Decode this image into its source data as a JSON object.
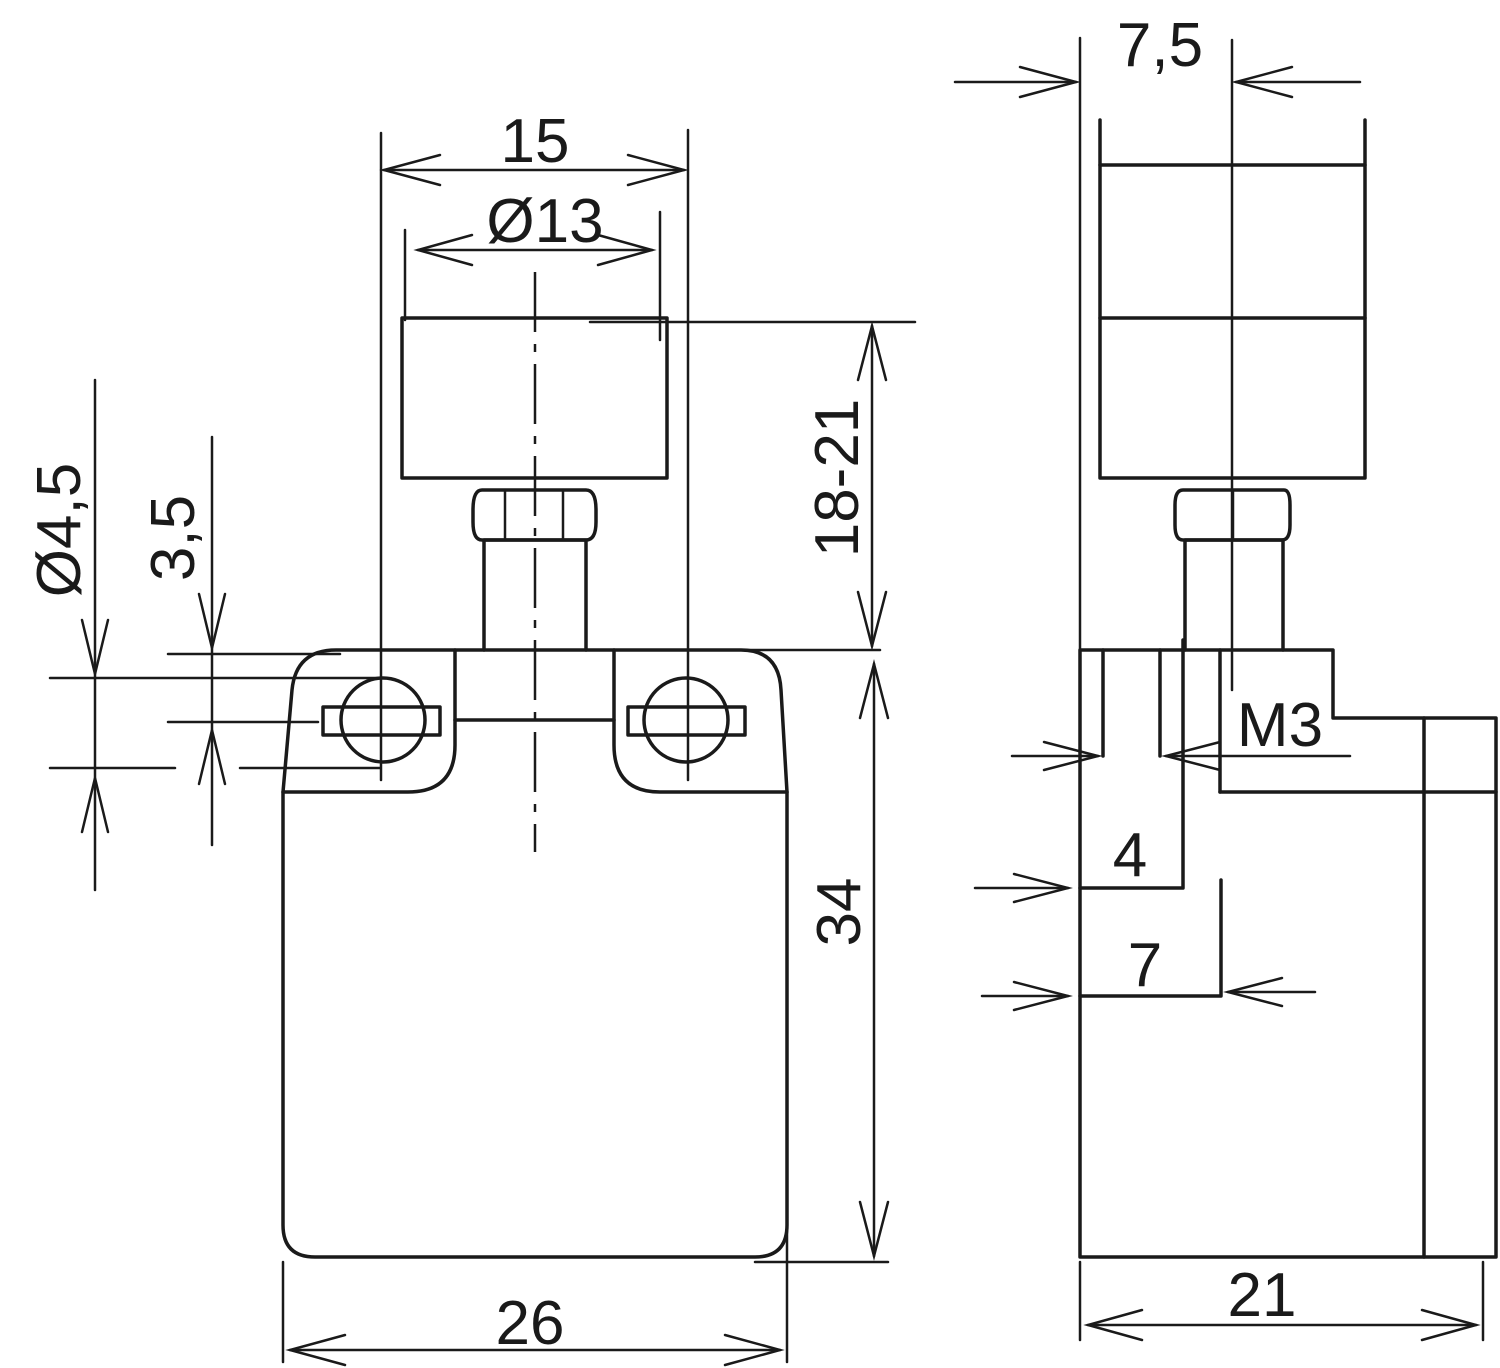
{
  "diagram": {
    "type": "technical-dimension-drawing",
    "colors": {
      "stroke": "#1a1a1a",
      "background": "#ffffff"
    },
    "dimensions": {
      "width_15": "15",
      "diameter_13": "Ø13",
      "height_18_21": "18-21",
      "diameter_4_5": "Ø4,5",
      "hole_3_5": "3,5",
      "height_34": "34",
      "width_26": "26",
      "width_7_5": "7,5",
      "thread_m3": "M3",
      "depth_4": "4",
      "depth_7": "7",
      "width_21": "21"
    }
  }
}
